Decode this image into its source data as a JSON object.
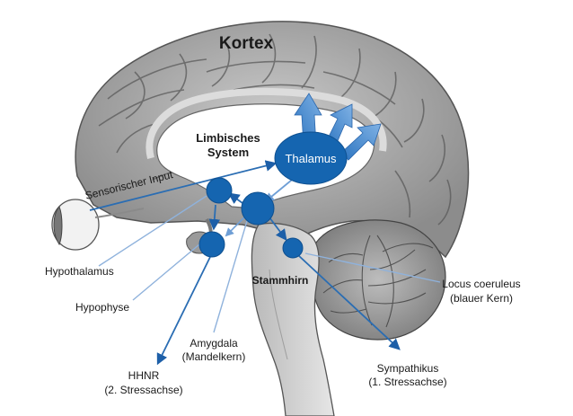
{
  "labels": {
    "cortex": "Kortex",
    "limbic_line1": "Limbisches",
    "limbic_line2": "System",
    "thalamus": "Thalamus",
    "sensory_input": "Sensorischer Input",
    "hypothalamus": "Hypothalamus",
    "hypophysis": "Hypophyse",
    "amygdala_line1": "Amygdala",
    "amygdala_line2": "(Mandelkern)",
    "hhnr_line1": "HHNR",
    "hhnr_line2": "(2. Stressachse)",
    "stammhirn": "Stammhirn",
    "locus_line1": "Locus coeruleus",
    "locus_line2": "(blauer Kern)",
    "sympathikus_line1": "Sympathikus",
    "sympathikus_line2": "(1. Stressachse)"
  },
  "colors": {
    "node_blue": "#1565b0",
    "arrow_blue": "#2a6db3",
    "arrow_light": "#5b8fd0",
    "leader_line": "#8fb2dc",
    "brain_gray": "#a7a7a7",
    "brain_dark": "#6e6e6e",
    "thalamus_arrows": "#3f86cf"
  }
}
